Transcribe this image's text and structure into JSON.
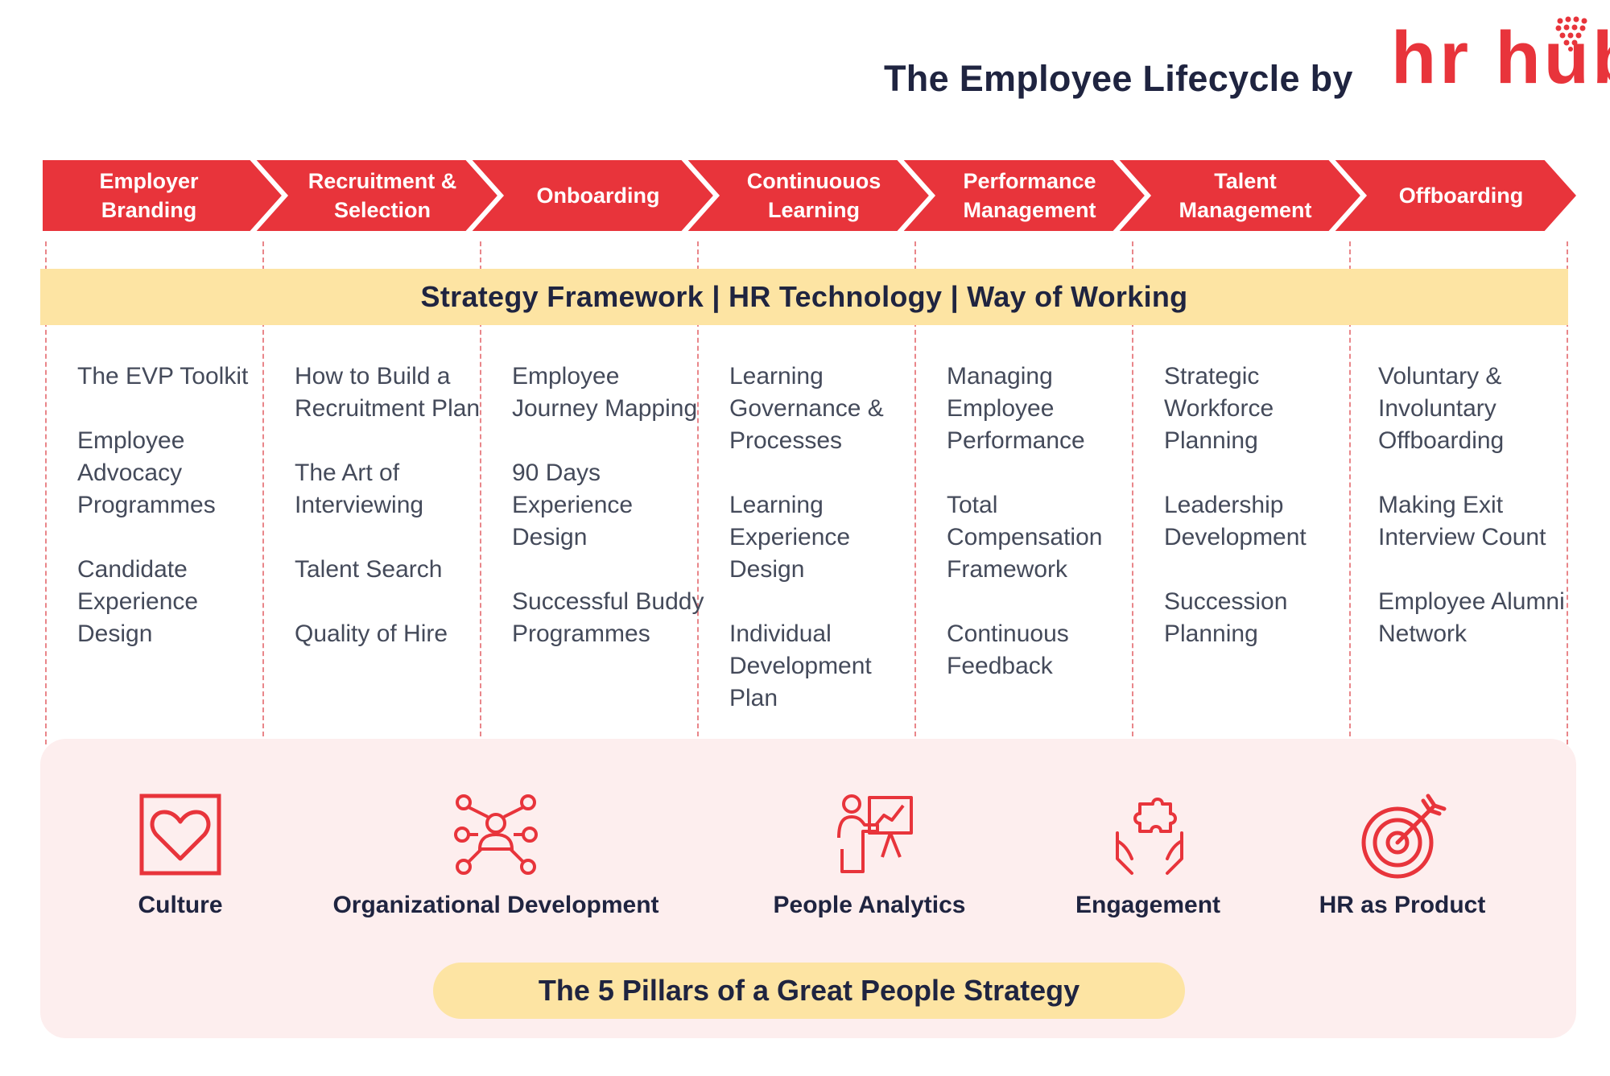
{
  "header": {
    "title": "The Employee Lifecycle by",
    "logo_text": "hr hub"
  },
  "colors": {
    "brand_red": "#e8343b",
    "banner_yellow": "#fde4a3",
    "panel_pink": "#fdeeee",
    "navy_text": "#1f2440"
  },
  "stages": [
    {
      "label": "Employer Branding",
      "items": [
        "The EVP Toolkit",
        "Employee Advocacy Programmes",
        "Candidate Experience Design"
      ]
    },
    {
      "label": "Recruitment & Selection",
      "items": [
        "How to Build a Recruitment Plan",
        "The Art of Interviewing",
        "Talent Search",
        "Quality of Hire"
      ]
    },
    {
      "label": "Onboarding",
      "items": [
        "Employee Journey Mapping",
        "90 Days Experience Design",
        "Successful Buddy Programmes"
      ]
    },
    {
      "label": "Continuouos Learning",
      "items": [
        "Learning Governance & Processes",
        "Learning Experience Design",
        "Individual Development Plan"
      ]
    },
    {
      "label": "Performance Management",
      "items": [
        "Managing Employee Performance",
        "Total Compensation Framework",
        "Continuous Feedback"
      ]
    },
    {
      "label": "Talent Management",
      "items": [
        "Strategic Workforce Planning",
        "Leadership Development",
        "Succession Planning"
      ]
    },
    {
      "label": "Offboarding",
      "items": [
        "Voluntary & Involuntary Offboarding",
        "Making Exit Interview Count",
        "Employee Alumni Network"
      ]
    }
  ],
  "banner": "Strategy Framework | HR Technology | Way of Working",
  "pillars": [
    {
      "label": "Culture",
      "icon": "heart-frame-icon"
    },
    {
      "label": "Organizational Development",
      "icon": "network-people-icon"
    },
    {
      "label": "People Analytics",
      "icon": "presenter-chart-icon"
    },
    {
      "label": "Engagement",
      "icon": "hands-puzzle-icon"
    },
    {
      "label": "HR as Product",
      "icon": "target-arrow-icon"
    }
  ],
  "footer": "The 5 Pillars of a Great People Strategy"
}
